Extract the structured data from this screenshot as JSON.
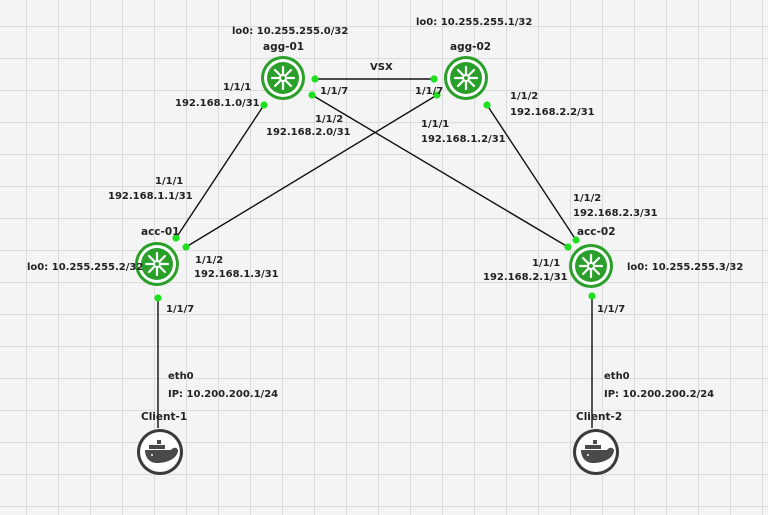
{
  "colors": {
    "router": "#2aa02a",
    "port": "#1ee01e",
    "link": "#111111",
    "host": "#4a4a4a"
  },
  "nodes": {
    "agg01": {
      "name": "agg-01",
      "loopback": "lo0: 10.255.255.0/32",
      "icon": "router-icon"
    },
    "agg02": {
      "name": "agg-02",
      "loopback": "lo0: 10.255.255.1/32",
      "icon": "router-icon"
    },
    "acc01": {
      "name": "acc-01",
      "loopback": "lo0: 10.255.255.2/32",
      "icon": "router-icon"
    },
    "acc02": {
      "name": "acc-02",
      "loopback": "lo0: 10.255.255.3/32",
      "icon": "router-icon"
    },
    "client1": {
      "name": "Client-1",
      "iface": "eth0",
      "ip": "IP: 10.200.200.1/24",
      "icon": "docker-icon"
    },
    "client2": {
      "name": "Client-2",
      "iface": "eth0",
      "ip": "IP: 10.200.200.2/24",
      "icon": "docker-icon"
    }
  },
  "links": {
    "vsx": "VSX",
    "agg01_port7": "1/1/7",
    "agg02_port7": "1/1/7",
    "agg01_acc01": {
      "a_port": "1/1/1",
      "a_ip": "192.168.1.0/31",
      "b_port": "1/1/1",
      "b_ip": "192.168.1.1/31"
    },
    "agg01_acc02": {
      "a_port": "1/1/2",
      "a_ip": "192.168.2.0/31",
      "b_port": "1/1/1",
      "b_ip": "192.168.2.1/31"
    },
    "agg02_acc01": {
      "a_port": "1/1/1",
      "a_ip": "192.168.1.2/31",
      "b_port": "1/1/2",
      "b_ip": "192.168.1.3/31"
    },
    "agg02_acc02": {
      "a_port": "1/1/2",
      "a_ip": "192.168.2.2/31",
      "b_port": "1/1/2",
      "b_ip": "192.168.2.3/31"
    },
    "acc01_client1": {
      "port": "1/1/7"
    },
    "acc02_client2": {
      "port": "1/1/7"
    }
  }
}
